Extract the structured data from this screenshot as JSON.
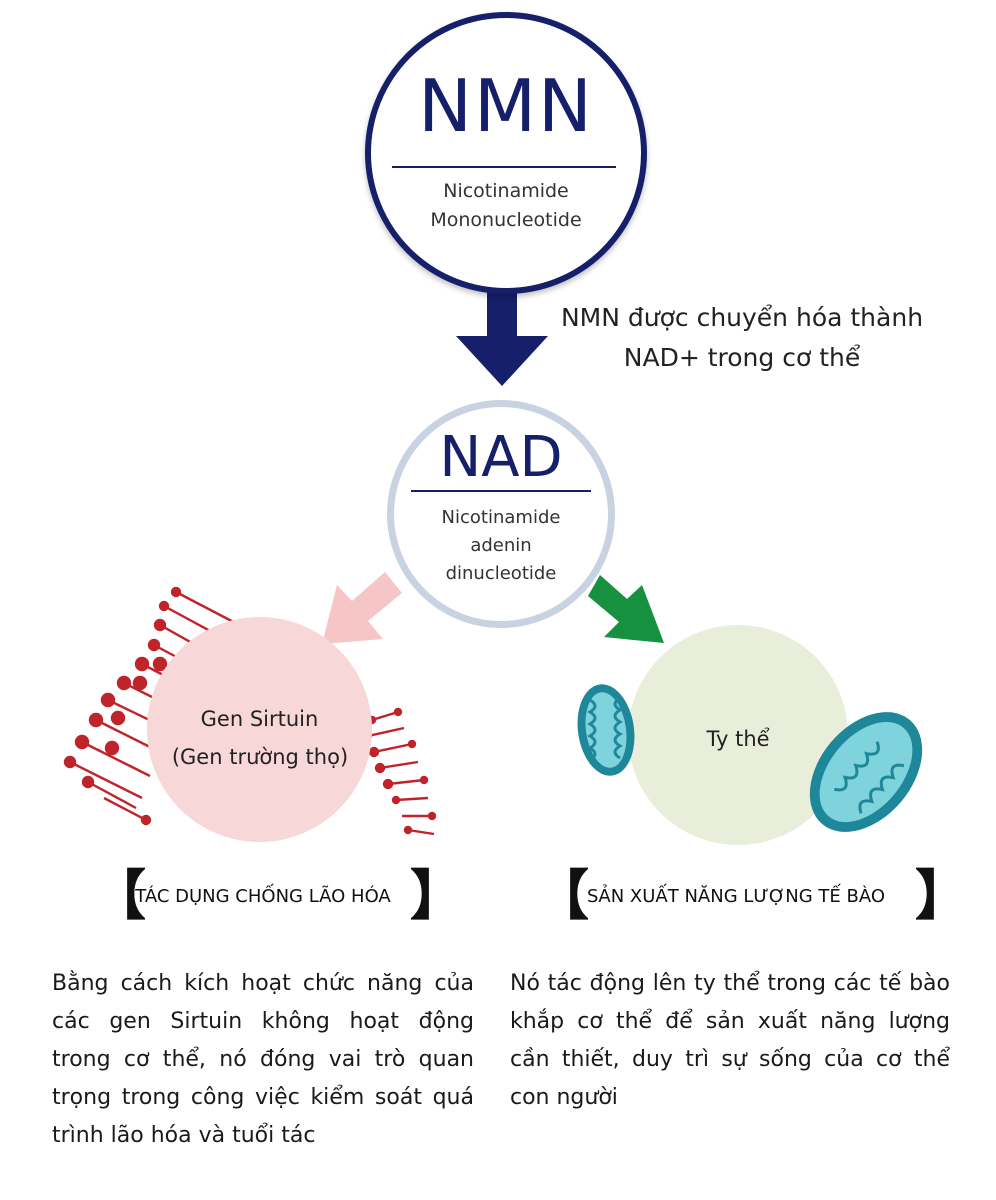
{
  "nmn": {
    "title": "NMN",
    "subtitle_line1": "Nicotinamide",
    "subtitle_line2": "Mononucleotide"
  },
  "conversion": {
    "line1": "NMN được chuyển hóa thành",
    "line2": "NAD+ trong cơ thể"
  },
  "nad": {
    "title": "NAD",
    "subtitle_line1": "Nicotinamide",
    "subtitle_line2": "adenin",
    "subtitle_line3": "dinucleotide"
  },
  "sirtuin": {
    "label_line1": "Gen Sirtuin",
    "label_line2": "(Gen trường thọ)",
    "header": "TÁC DỤNG CHỐNG LÃO HÓA",
    "description": "Bằng cách kích hoạt chức năng của các gen Sirtuin không hoạt động trong cơ thể, nó đóng vai trò quan trọng trong công việc kiểm soát quá trình lão hóa và tuổi tác"
  },
  "mitochondria": {
    "label": "Ty thể",
    "header": "SẢN XUẤT NĂNG LƯỢNG TẾ BÀO",
    "description": "Nó tác động lên ty thể trong các tế bào khắp cơ thể để sản xuất năng lượng cần thiết, duy trì sự sống của cơ thể con người"
  },
  "brackets": {
    "open": "【",
    "close": "】"
  },
  "colors": {
    "navy": "#16206a",
    "nad_ring": "#c8d2e0",
    "pink_arrow": "#f6c6c6",
    "green_arrow": "#15913f",
    "sirtuin_circle": "#f7d7d8",
    "mito_circle": "#e9eedb",
    "dna_red": "#c0242b",
    "mito_teal": "#2a9fb0"
  },
  "icons": [
    "down-arrow-icon",
    "pink-arrow-icon",
    "green-arrow-icon",
    "dna-helix-icon",
    "mitochondria-icon"
  ]
}
